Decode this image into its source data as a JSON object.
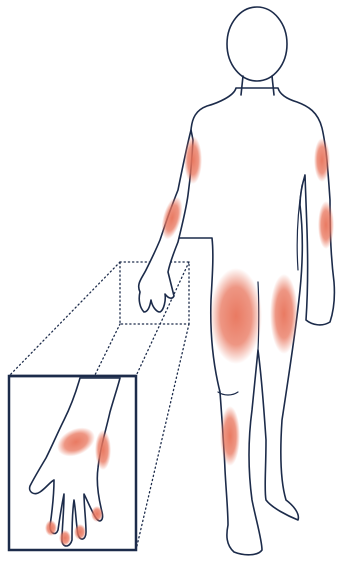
{
  "colors": {
    "outline": "#1c2b4a",
    "highlight": "#e8735a",
    "background": "#ffffff"
  },
  "figure": {
    "kind": "human-body-outline-with-hand-inset",
    "highlighted_regions": [
      "right-upper-arm",
      "right-forearm",
      "left-upper-arm",
      "left-forearm",
      "right-thigh-front",
      "left-thigh-front",
      "right-shin",
      "hand-back",
      "hand-side",
      "fingertips"
    ]
  }
}
